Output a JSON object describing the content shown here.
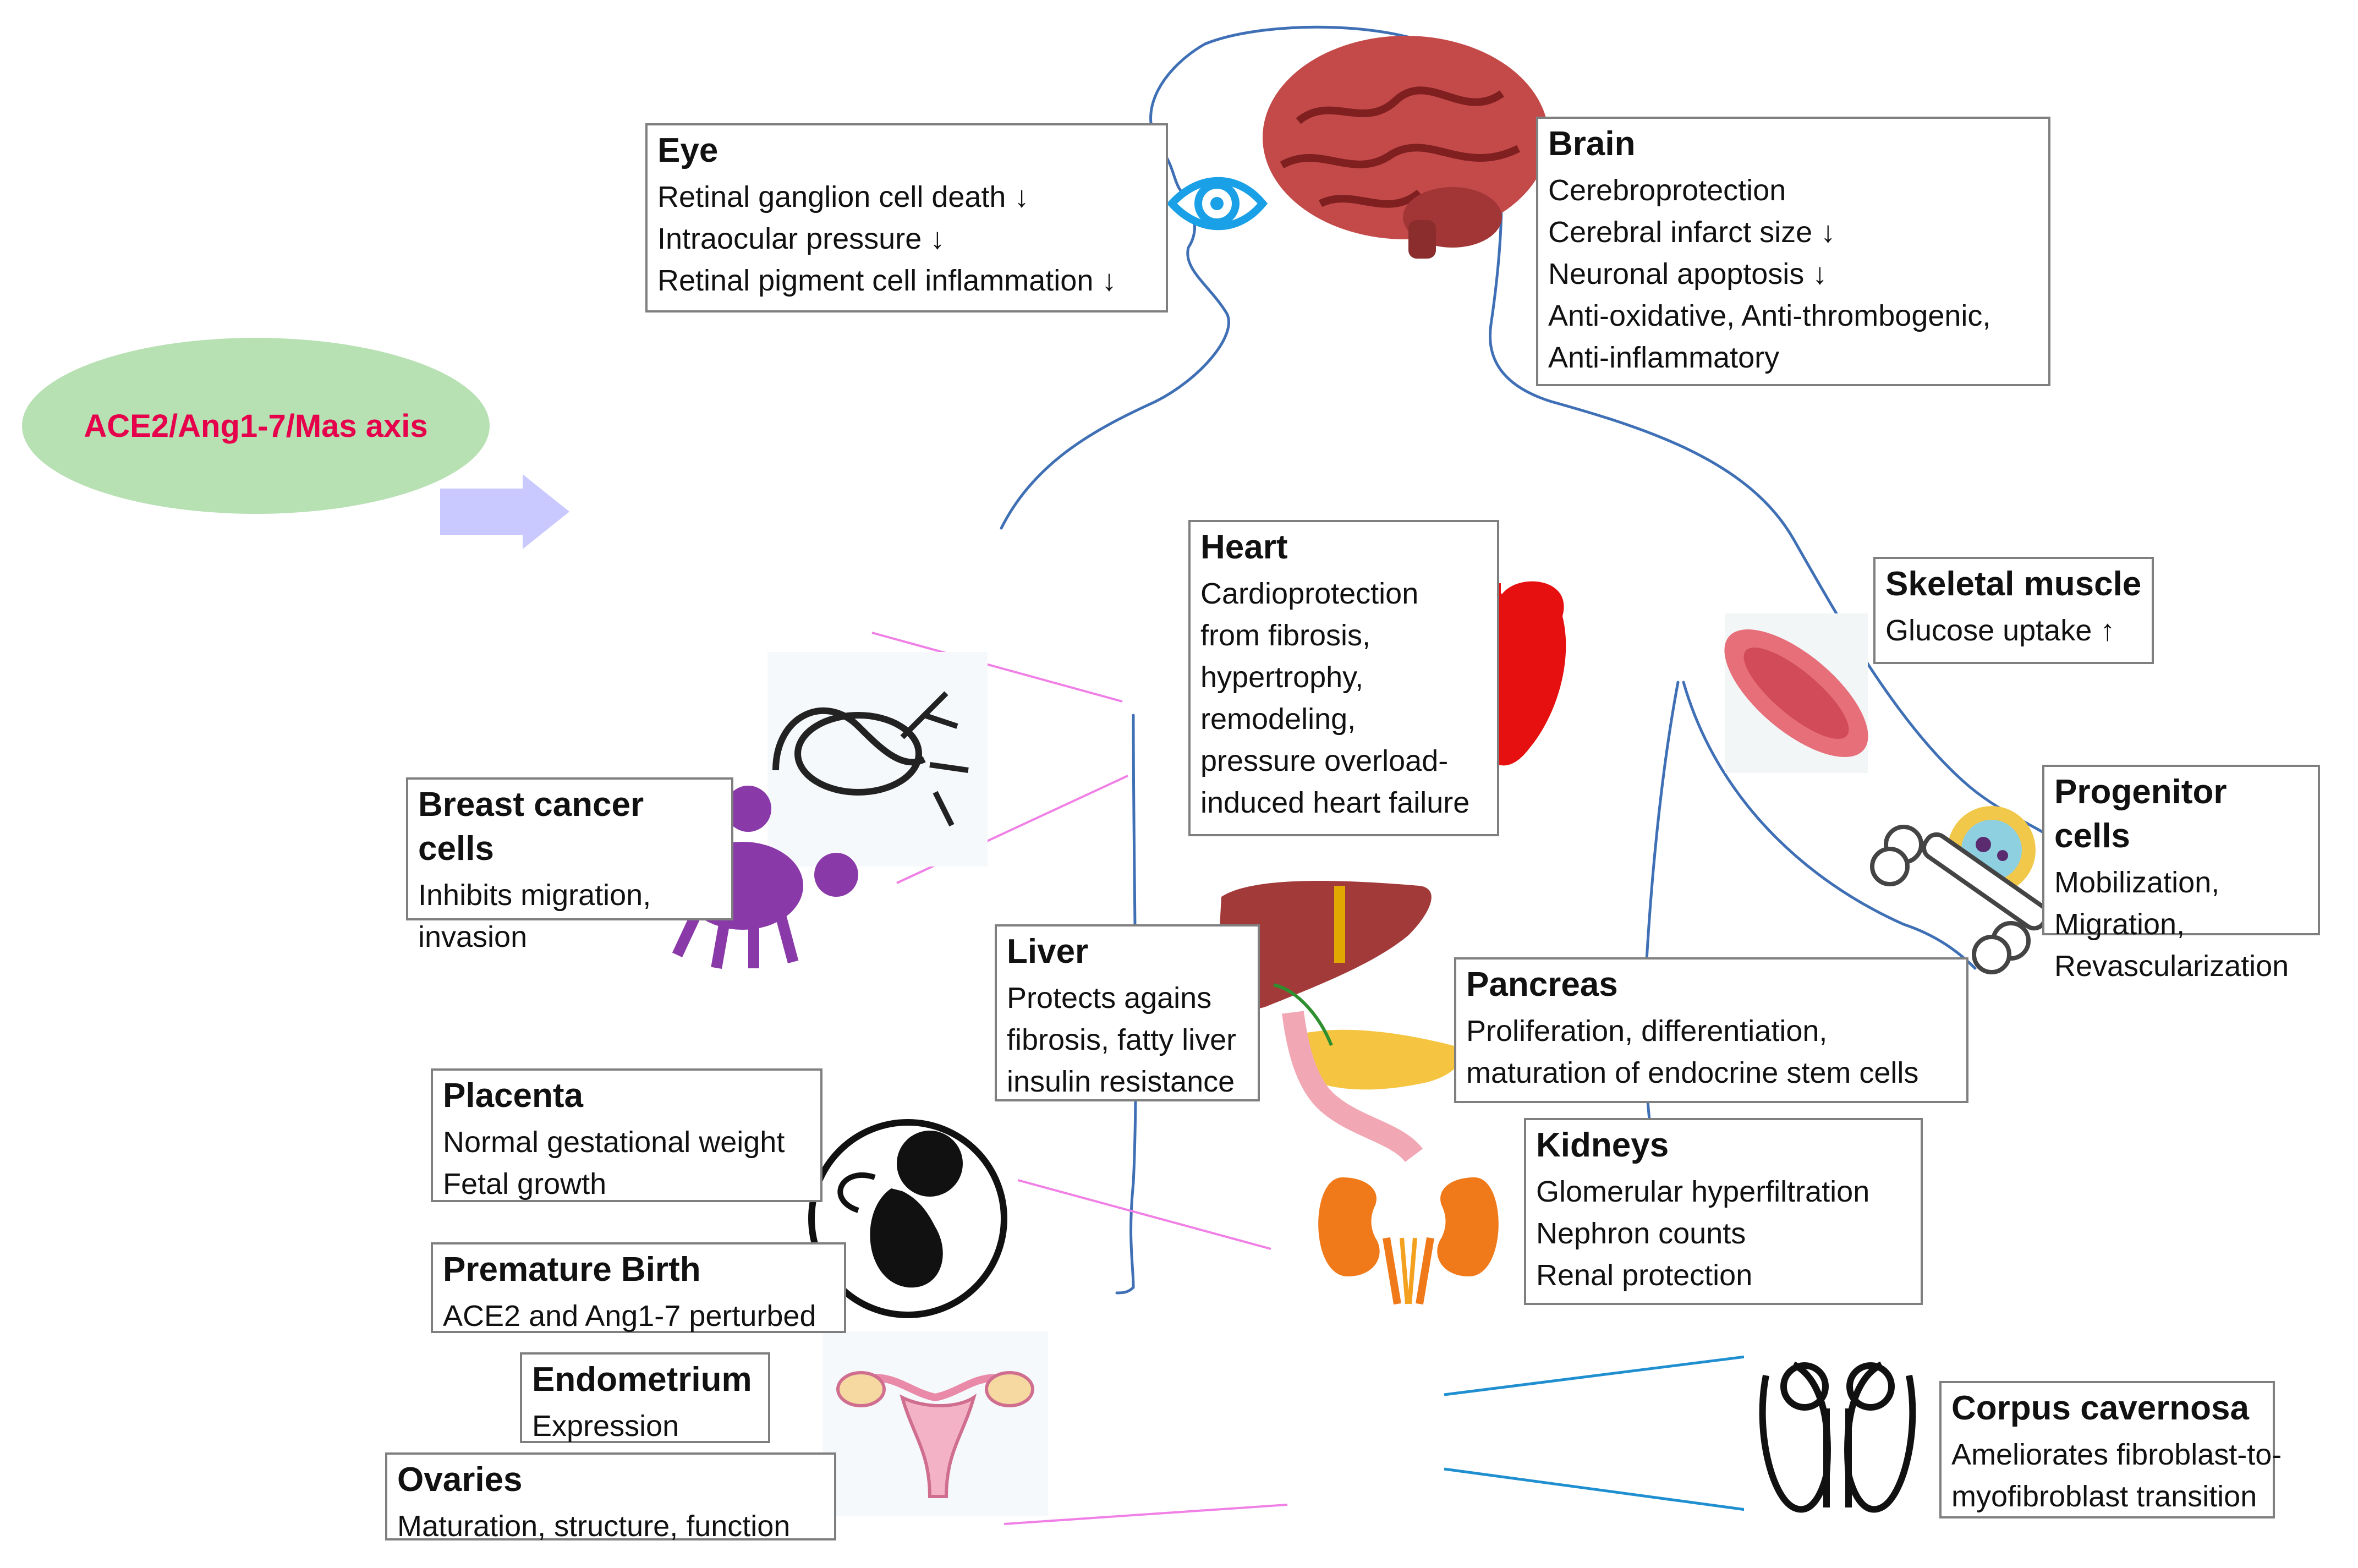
{
  "axis_label": "ACE2/Ang1-7/Mas axis",
  "colors": {
    "axis_ellipse": "#b7e0b3",
    "axis_text": "#e6004c",
    "arrow": "#c9c9ff",
    "body_outline": "#3f6fb5",
    "pink_connector": "#f07fe6",
    "blue_connector": "#1f8fd0",
    "box_border": "#7f7f7f"
  },
  "organs": {
    "eye": {
      "title": "Eye",
      "lines": [
        "Retinal ganglion cell death ↓",
        "Intraocular pressure ↓",
        "Retinal pigment cell inflammation ↓"
      ]
    },
    "brain": {
      "title": "Brain",
      "lines": [
        "Cerebroprotection",
        "Cerebral infarct size ↓",
        "Neuronal apoptosis ↓",
        "Anti-oxidative, Anti-thrombogenic,",
        "Anti-inflammatory"
      ]
    },
    "heart": {
      "title": "Heart",
      "lines": [
        "Cardioprotection",
        "from fibrosis,",
        "hypertrophy,",
        "remodeling,",
        "pressure overload-",
        "induced heart failure"
      ]
    },
    "skeletal_muscle": {
      "title": "Skeletal muscle",
      "lines": [
        "Glucose uptake ↑"
      ]
    },
    "progenitor": {
      "title": "Progenitor cells",
      "lines": [
        "Mobilization,",
        "Migration,",
        "Revascularization"
      ]
    },
    "breast": {
      "title": "Breast cancer cells",
      "lines": [
        "Inhibits migration,",
        "invasion"
      ]
    },
    "liver": {
      "title": "Liver",
      "lines": [
        "Protects agains",
        "fibrosis, fatty liver",
        "insulin resistance"
      ]
    },
    "pancreas": {
      "title": "Pancreas",
      "lines": [
        "Proliferation, differentiation,",
        "maturation of endocrine stem cells"
      ]
    },
    "placenta": {
      "title": "Placenta",
      "lines": [
        "Normal gestational weight",
        "Fetal growth"
      ]
    },
    "kidneys": {
      "title": "Kidneys",
      "lines": [
        "Glomerular hyperfiltration",
        "Nephron counts",
        "Renal protection"
      ]
    },
    "premature": {
      "title": "Premature Birth",
      "lines": [
        "ACE2 and Ang1-7 perturbed"
      ]
    },
    "endometrium": {
      "title": "Endometrium",
      "lines": [
        "Expression"
      ]
    },
    "corpus": {
      "title": "Corpus cavernosa",
      "lines": [
        "Ameliorates fibroblast-to-",
        "myofibroblast transition"
      ]
    },
    "ovaries": {
      "title": "Ovaries",
      "lines": [
        "Maturation, structure, function"
      ]
    }
  }
}
